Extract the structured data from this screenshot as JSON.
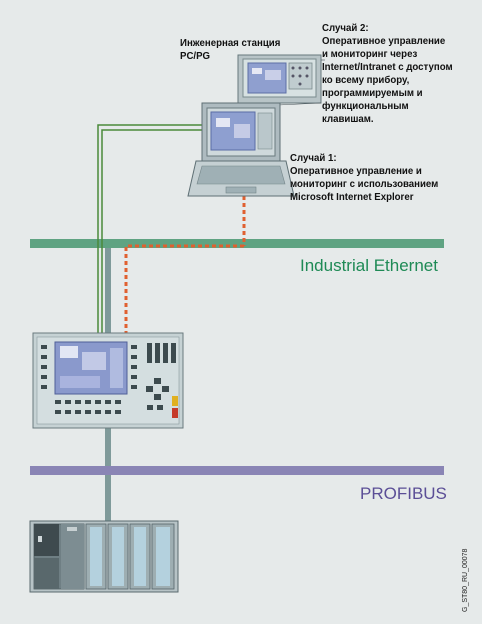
{
  "engineering_station": {
    "lines": [
      "Инженерная станция",
      "PC/PG"
    ]
  },
  "case2": {
    "lines": [
      "Случай 2:",
      "Оперативное управление",
      "и мониторинг через",
      "Internet/Intranet с доступом",
      "ко всему прибору,",
      "программируемым и",
      "функциональным",
      "клавишам."
    ]
  },
  "case1": {
    "lines": [
      "Случай 1:",
      "Оперативное управление и",
      "мониторинг с использованием",
      "Microsoft Internet Explorer"
    ]
  },
  "ethernet": {
    "label": "Industrial Ethernet",
    "color": "#1e8a55"
  },
  "profibus": {
    "label": "PROFIBUS",
    "color": "#5b4e96"
  },
  "image_code": "G_ST80_RU_00078",
  "colors": {
    "background": "#e6eaea",
    "ethernet_bus": "#5fa382",
    "profibus_bus": "#8a85b5",
    "remote_link": "#e06030",
    "green_link": "#4a8a3a",
    "panel_body": "#c6d2d4"
  }
}
